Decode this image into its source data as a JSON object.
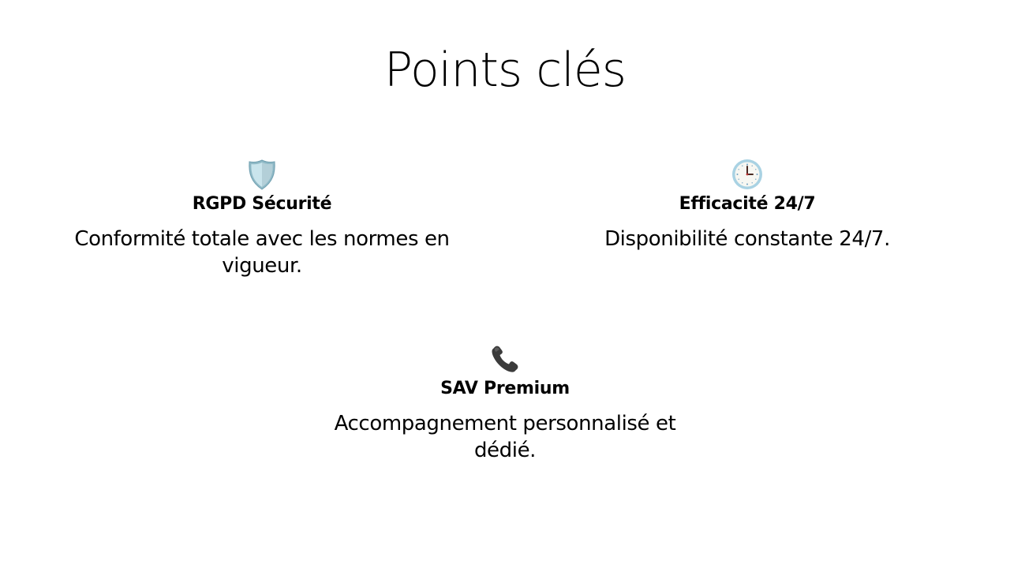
{
  "slide": {
    "title": "Points clés",
    "cards": [
      {
        "icon": "shield-icon",
        "heading": "RGPD Sécurité",
        "description": "Conformité totale avec les normes en vigueur."
      },
      {
        "icon": "clock-icon",
        "heading": "Efficacité 24/7",
        "description": "Disponibilité constante 24/7."
      },
      {
        "icon": "phone-icon",
        "heading": "SAV Premium",
        "description": "Accompagnement personnalisé et dédié."
      }
    ]
  },
  "colors": {
    "background": "#ffffff",
    "text": "#000000",
    "shield_fill": "#c8e3ea",
    "shield_border": "#7fb3c3",
    "clock_ring": "#9fcde0",
    "phone": "#3a3a3a"
  }
}
